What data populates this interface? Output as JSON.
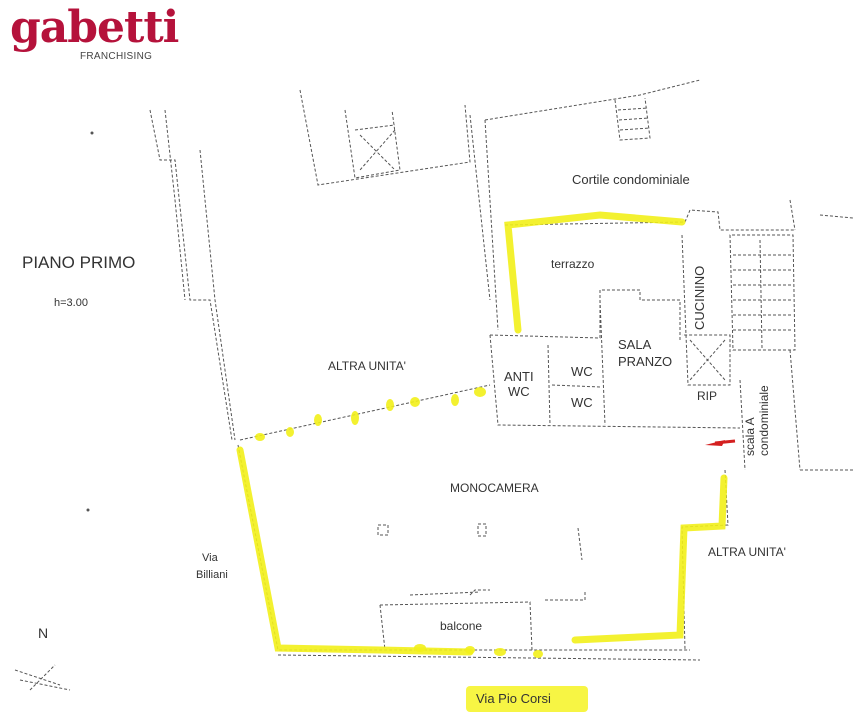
{
  "brand": {
    "name": "gabetti",
    "subtitle": "FRANCHISING",
    "color": "#b5123b"
  },
  "plan": {
    "floor_title": "PIANO PRIMO",
    "height_note": "h=3.00",
    "north_label": "N",
    "highlight_color": "#f2f01a",
    "arrow_color": "#d42020",
    "rooms": {
      "courtyard": "Cortile condominiale",
      "terrace": "terrazzo",
      "kitchenette": "CUCININO",
      "dining_room_line1": "SALA",
      "dining_room_line2": "PRANZO",
      "other_unit_top": "ALTRA UNITA'",
      "anti_wc_line1": "ANTI",
      "anti_wc_line2": "WC",
      "wc_1": "WC",
      "wc_2": "WC",
      "storage": "RIP",
      "stair_line1": "scala A",
      "stair_line2": "condominiale",
      "main_room": "MONOCAMERA",
      "other_unit_right": "ALTRA UNITA'",
      "balcony": "balcone"
    },
    "streets": {
      "west_line1": "Via",
      "west_line2": "Billiani",
      "south": "Via Pio Corsi"
    }
  }
}
